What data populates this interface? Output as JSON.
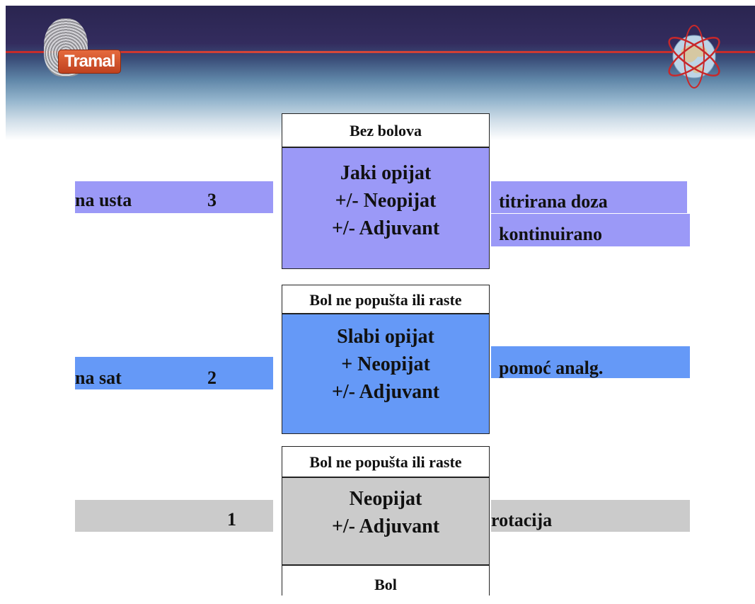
{
  "header": {
    "logo_text": "Tramal",
    "globe_icon": "globe-icon"
  },
  "colors": {
    "step3": "#9b99f7",
    "step2": "#6599f7",
    "step1": "#cbcbcb"
  },
  "ladder": {
    "top_label": "Bez bolova",
    "step3": {
      "lines": [
        "Jaki opijat",
        "+/- Neopijat",
        "+/- Adjuvant"
      ],
      "left_label": "na usta",
      "left_num": "3",
      "right_lines": [
        "titrirana doza",
        "kontinuirano"
      ]
    },
    "step2_header": "Bol ne popušta ili raste",
    "step2": {
      "lines": [
        "Slabi opijat",
        "+ Neopijat",
        "+/- Adjuvant"
      ],
      "left_label": "na sat",
      "left_num": "2",
      "right_lines": [
        "pomoć analg."
      ]
    },
    "step1_header": "Bol ne popušta ili raste",
    "step1": {
      "lines": [
        "Neopijat",
        "+/- Adjuvant"
      ],
      "left_num": "1",
      "right_lines": [
        "rotacija"
      ]
    },
    "bottom_label": "Bol"
  }
}
